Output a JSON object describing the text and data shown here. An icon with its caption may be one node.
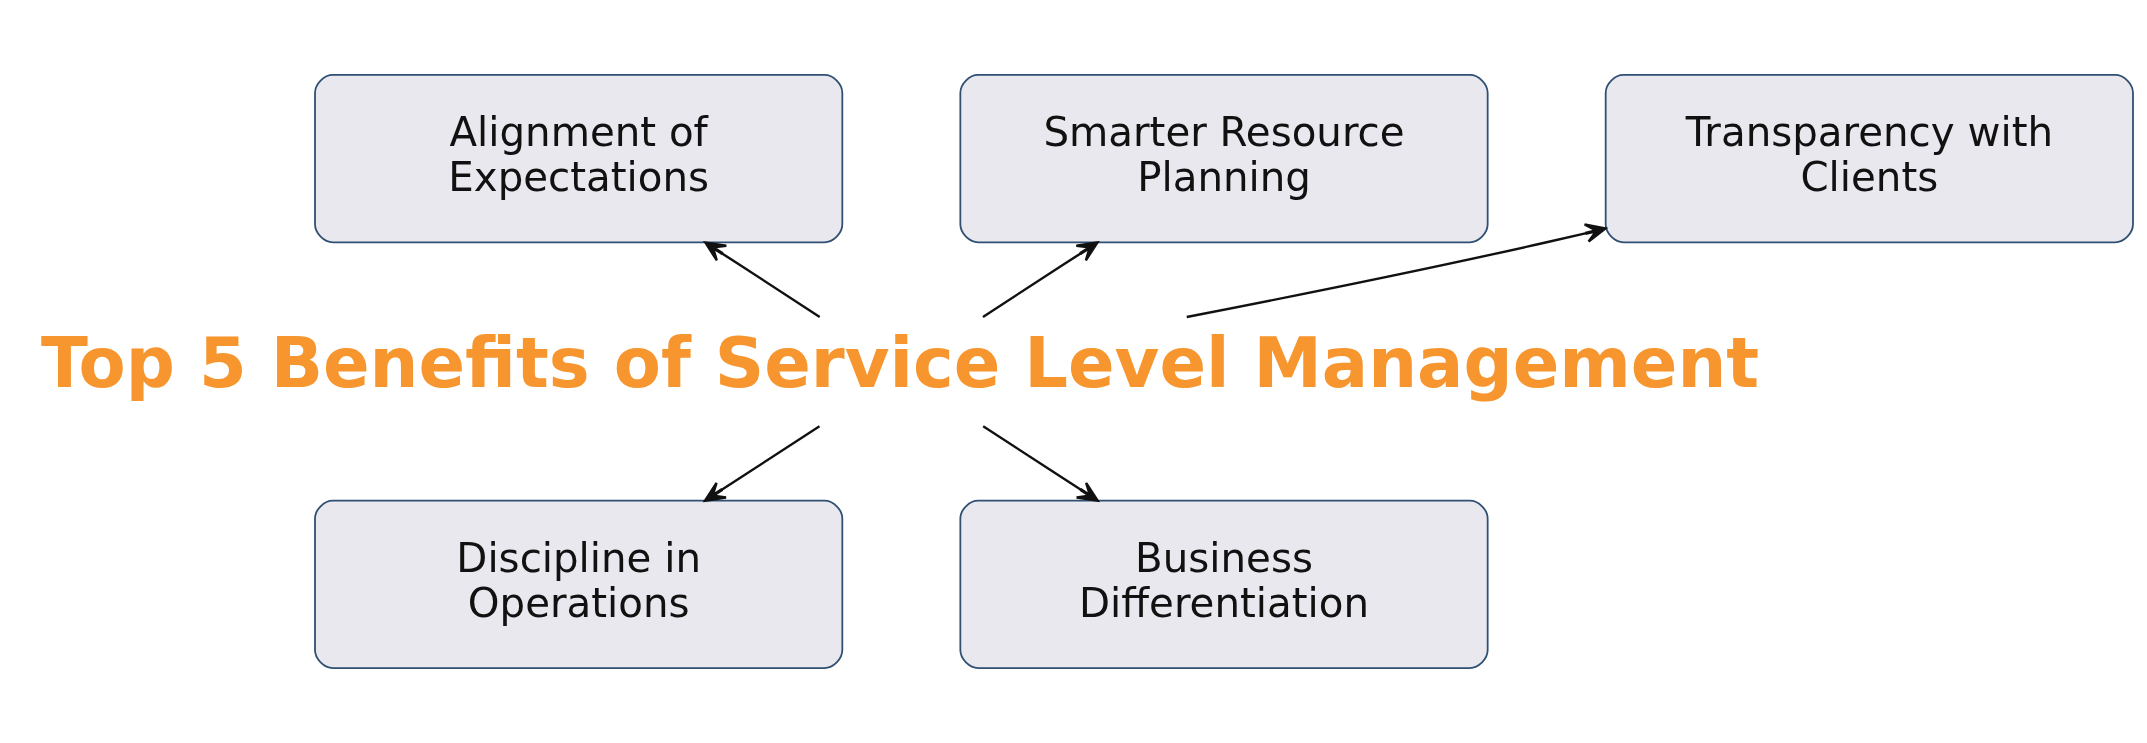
{
  "diagram": {
    "nodes": [
      {
        "text": [
          "Alignment of Expectations"
        ]
      },
      {
        "text": [
          "Smarter Resource Planning"
        ]
      },
      {
        "text": [
          "Transparency with Clients"
        ]
      },
      {
        "text": [
          "Top 5 Benefits of Service Level Management"
        ]
      },
      {
        "text": [
          "Discipline in Operations"
        ]
      },
      {
        "text": [
          "Business Differentiation"
        ]
      }
    ],
    "edges": [
      {
        "from": 3,
        "to": 0,
        "arrow": "to"
      },
      {
        "from": 3,
        "to": 1,
        "arrow": "to"
      },
      {
        "from": 3,
        "to": 2,
        "arrow": "to"
      },
      {
        "from": 3,
        "to": 4,
        "arrow": "to"
      },
      {
        "from": 3,
        "to": 5,
        "arrow": "to"
      }
    ]
  }
}
